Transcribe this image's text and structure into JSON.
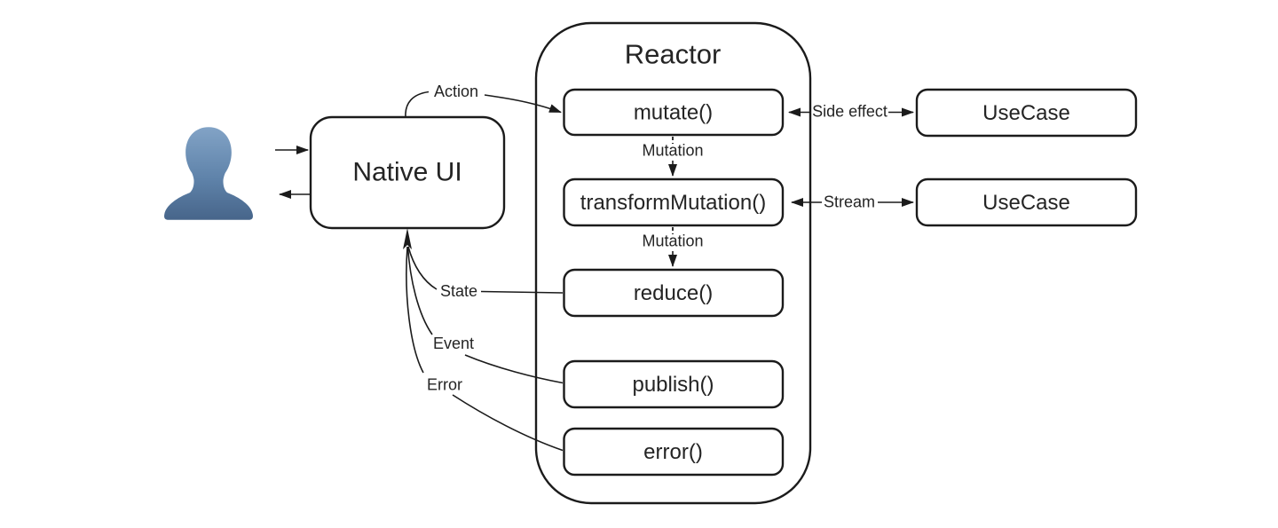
{
  "colors": {
    "background": "#ffffff",
    "stroke": "#1b1b1b",
    "text": "#242424",
    "user_icon_gradient_top": "#82a3c6",
    "user_icon_gradient_mid": "#5f83aa",
    "user_icon_gradient_bottom": "#47658a"
  },
  "icons": {
    "user": "user-silhouette-icon"
  },
  "nodes": {
    "native_ui": "Native UI",
    "reactor_title": "Reactor",
    "methods": {
      "mutate": "mutate()",
      "transform_mutation": "transformMutation()",
      "reduce": "reduce()",
      "publish": "publish()",
      "error": "error()"
    },
    "usecase_top": "UseCase",
    "usecase_bottom": "UseCase"
  },
  "edge_labels": {
    "action": "Action",
    "mutation_top": "Mutation",
    "mutation_bottom": "Mutation",
    "state": "State",
    "event": "Event",
    "error": "Error",
    "side_effect": "Side effect",
    "stream": "Stream"
  }
}
